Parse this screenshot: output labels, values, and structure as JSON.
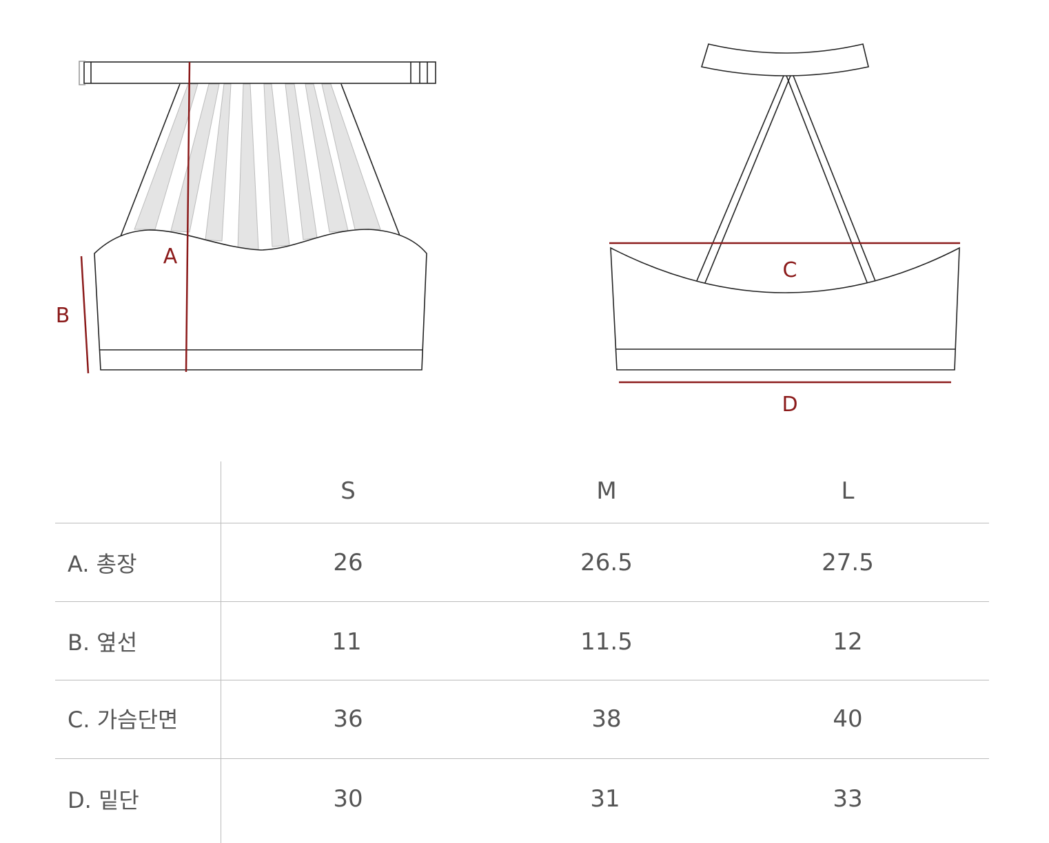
{
  "diagram": {
    "labels": {
      "a": "A",
      "b": "B",
      "c": "C",
      "d": "D"
    },
    "colors": {
      "measure": "#8b1a1a",
      "outline": "#222222",
      "pleat": "#e4e4e4"
    }
  },
  "size_table": {
    "columns": [
      "S",
      "M",
      "L"
    ],
    "rows": [
      {
        "label": "A. 총장",
        "values": [
          "26",
          "26.5",
          "27.5"
        ]
      },
      {
        "label": "B. 옆선",
        "values": [
          "11",
          "11.5",
          "12"
        ]
      },
      {
        "label": "C. 가슴단면",
        "values": [
          "36",
          "38",
          "40"
        ]
      },
      {
        "label": "D. 밑단",
        "values": [
          "30",
          "31",
          "33"
        ]
      }
    ]
  }
}
